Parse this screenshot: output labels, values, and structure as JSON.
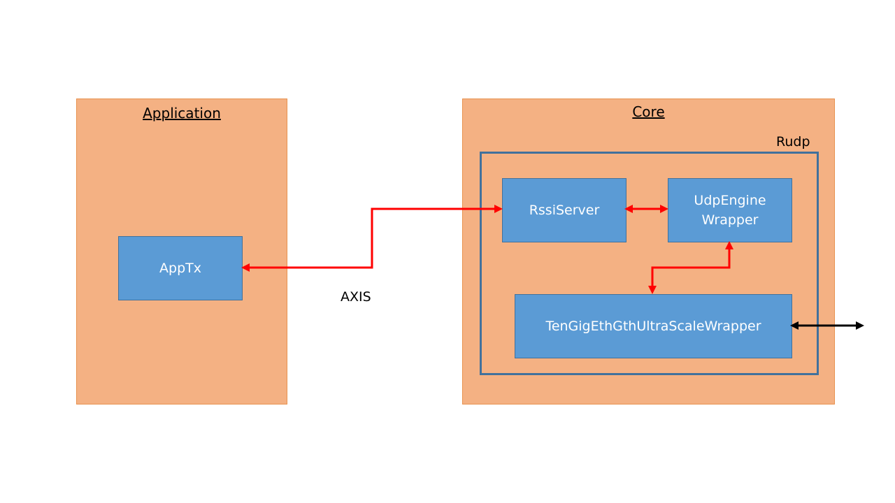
{
  "application": {
    "title": "Application",
    "blocks": {
      "apptx": "AppTx"
    }
  },
  "core": {
    "title": "Core",
    "group_label": "Rudp",
    "blocks": {
      "rssi_server": "RssiServer",
      "udp_engine_line1": "UdpEngine",
      "udp_engine_line2": "Wrapper",
      "ten_gig": "TenGigEthGthUltraScaleWrapper"
    }
  },
  "links": {
    "axis_label": "AXIS"
  },
  "colors": {
    "container_fill": "#f4b183",
    "block_fill": "#5b9bd5",
    "group_border": "#41719c",
    "signal_red": "#ff0000",
    "signal_black": "#000000"
  }
}
